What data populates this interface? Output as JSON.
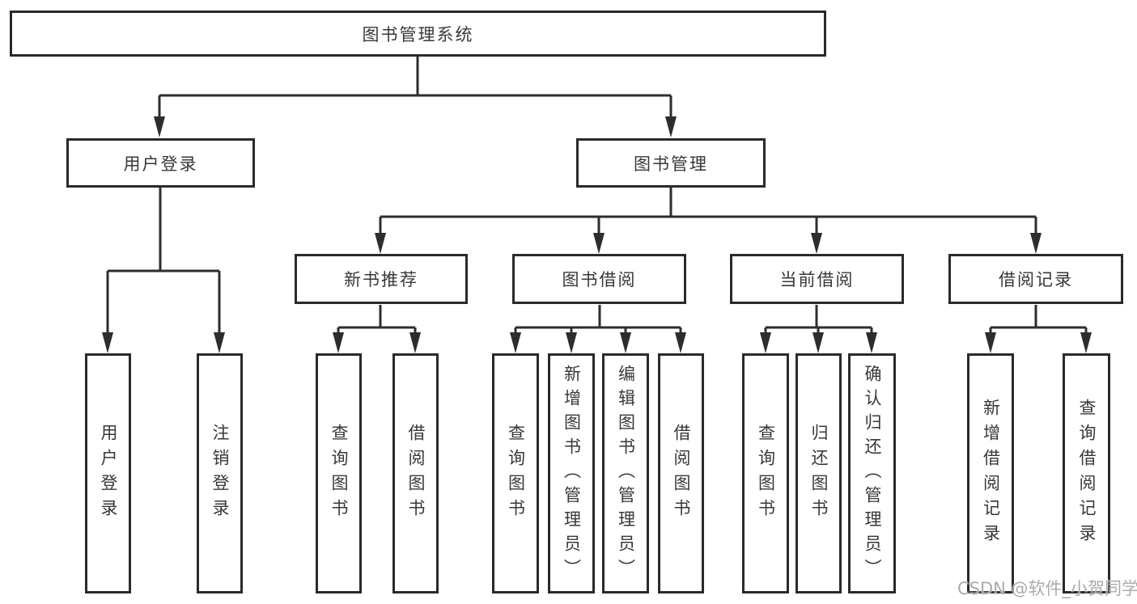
{
  "diagram": {
    "title_node": {
      "label": "图书管理系统"
    },
    "level2": [
      {
        "label": "用户登录"
      },
      {
        "label": "图书管理"
      }
    ],
    "level3": [
      {
        "label": "新书推荐"
      },
      {
        "label": "图书借阅"
      },
      {
        "label": "当前借阅"
      },
      {
        "label": "借阅记录"
      }
    ],
    "leaves": [
      {
        "label": "用户登录"
      },
      {
        "label": "注销登录"
      },
      {
        "label": "查询图书"
      },
      {
        "label": "借阅图书"
      },
      {
        "label": "查询图书"
      },
      {
        "label": "新增图书（管理员）"
      },
      {
        "label": "编辑图书（管理员）"
      },
      {
        "label": "借阅图书"
      },
      {
        "label": "查询图书"
      },
      {
        "label": "归还图书"
      },
      {
        "label": "确认归还（管理员）"
      },
      {
        "label": "新增借阅记录"
      },
      {
        "label": "查询借阅记录"
      }
    ],
    "line_color": "#2d2d2d",
    "text_color": "#383838"
  },
  "watermark": {
    "text": "CSDN @软件_小贺同学",
    "color": "#ababab"
  }
}
